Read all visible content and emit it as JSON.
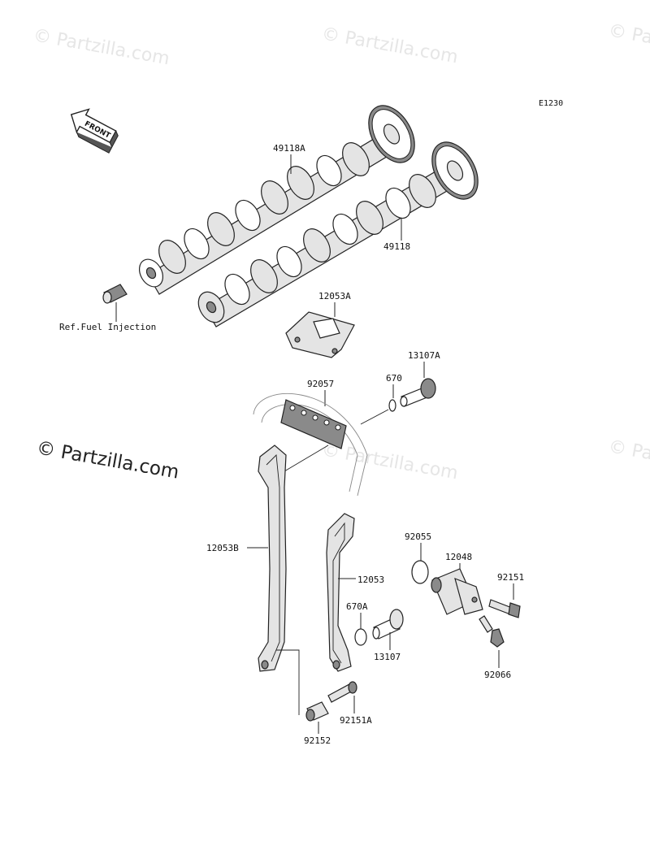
{
  "diagram_code": "E1230",
  "front_label": "FRONT",
  "watermark_text": "© Partzilla.com",
  "watermark_big": "© Partzilla.com",
  "ref_label": "Ref.Fuel Injection",
  "part_labels": {
    "p49118A": "49118A",
    "p49118": "49118",
    "p12053A": "12053A",
    "p13107A": "13107A",
    "p670": "670",
    "p92057": "92057",
    "p12053B": "12053B",
    "p12053": "12053",
    "p92055": "92055",
    "p12048": "12048",
    "p92151": "92151",
    "p670A": "670A",
    "p13107": "13107",
    "p92066": "92066",
    "p92151A": "92151A",
    "p92152": "92152"
  }
}
